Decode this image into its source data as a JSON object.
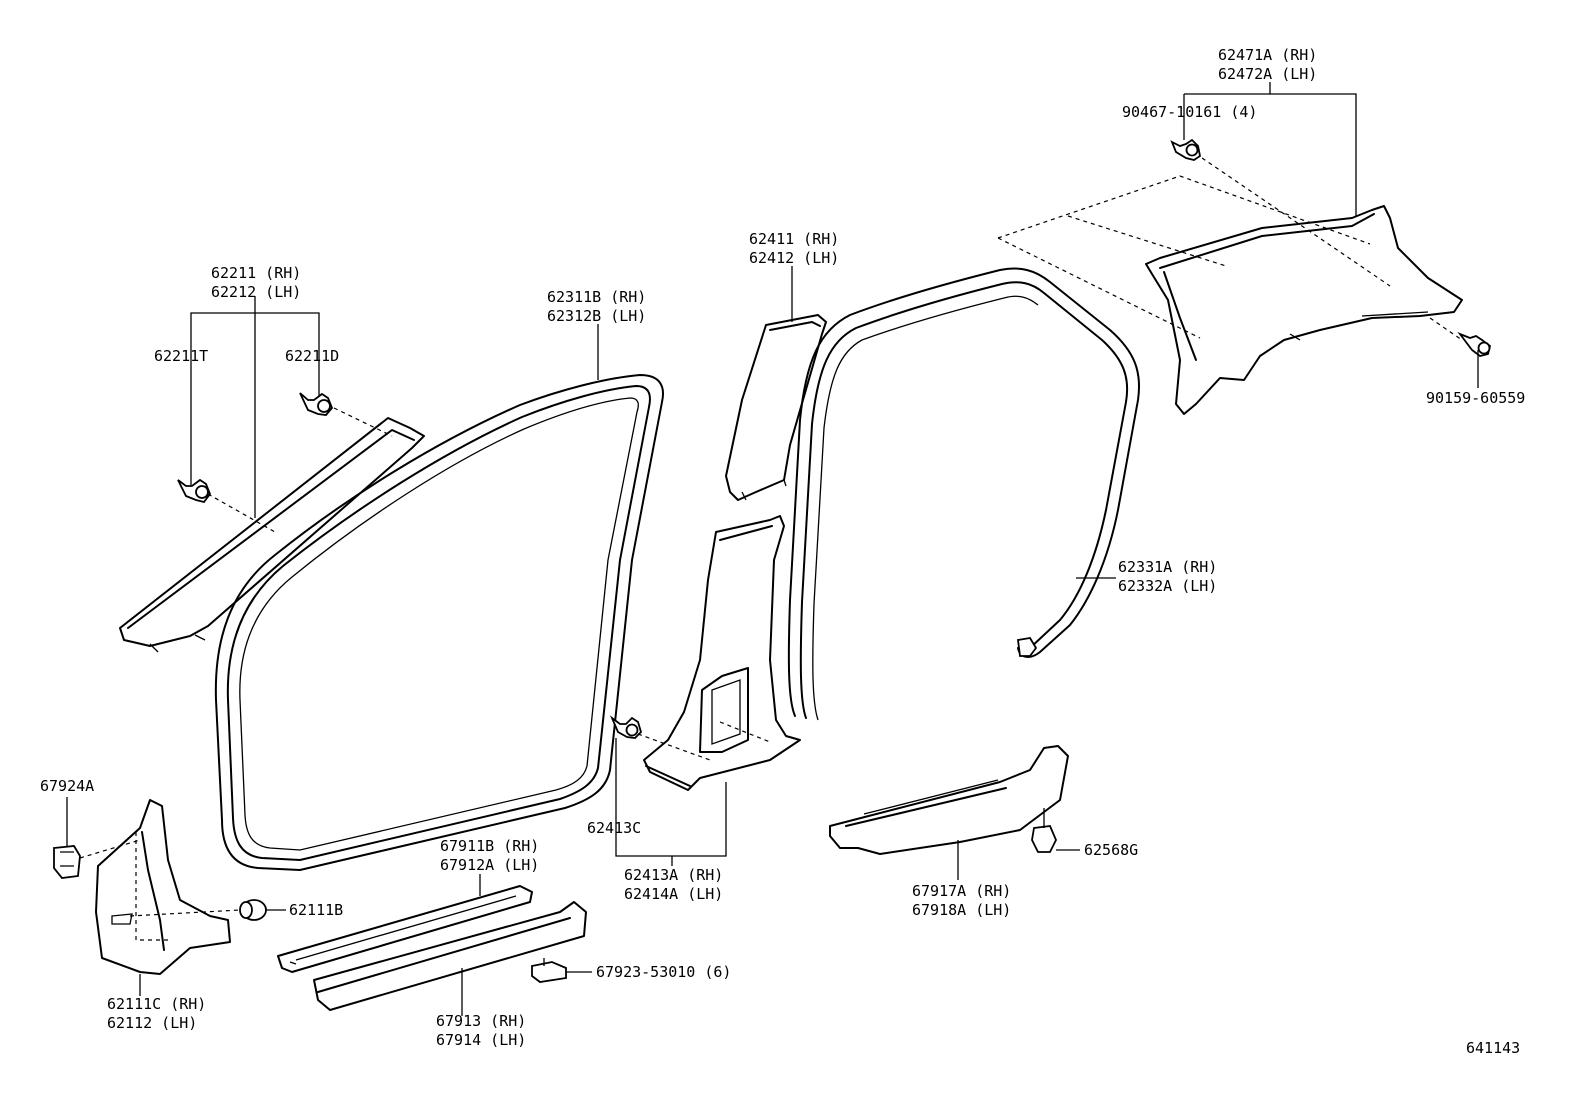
{
  "diagram_id": "641143",
  "labels": {
    "p62211": [
      "62211 (RH)",
      "62212 (LH)"
    ],
    "p62211T": "62211T",
    "p62211D": "62211D",
    "p62311B": [
      "62311B (RH)",
      "62312B (LH)"
    ],
    "p62411": [
      "62411 (RH)",
      "62412 (LH)"
    ],
    "p62471A": [
      "62471A (RH)",
      "62472A (LH)"
    ],
    "p90467": "90467-10161 (4)",
    "p90159": "90159-60559",
    "p62331A": [
      "62331A (RH)",
      "62332A (LH)"
    ],
    "p62413C": "62413C",
    "p62413A": [
      "62413A (RH)",
      "62414A (LH)"
    ],
    "p67924A": "67924A",
    "p62111B": "62111B",
    "p62111C": [
      "62111C (RH)",
      "62112  (LH)"
    ],
    "p67911B": [
      "67911B (RH)",
      "67912A (LH)"
    ],
    "p67913": [
      "67913 (RH)",
      "67914 (LH)"
    ],
    "p67923": "67923-53010 (6)",
    "p67917A": [
      "67917A (RH)",
      "67918A (LH)"
    ],
    "p62568G": "62568G"
  }
}
